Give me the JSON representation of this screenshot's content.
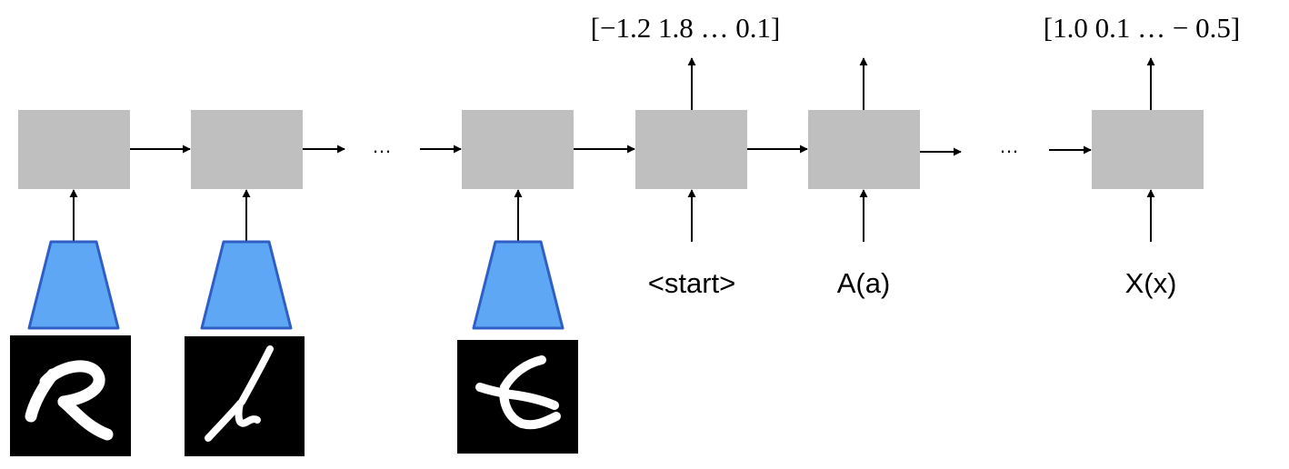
{
  "colors": {
    "cell": "#bfbfbf",
    "encoder_fill": "#5ea7f5",
    "encoder_stroke": "#2f5fc4",
    "arrow": "#000000",
    "image_bg": "#000000",
    "glyph": "#ffffff"
  },
  "outputs": {
    "first": "[−1.2 1.8  …  0.1]",
    "last": "[1.0 0.1  … − 0.5]"
  },
  "decoder_inputs": {
    "start": "<start>",
    "a": "A(a)",
    "x": "X(x)"
  },
  "ellipsis": {
    "encoder": "…",
    "decoder": "…"
  },
  "input_images": [
    {
      "icon": "handwritten-glyph-r-icon"
    },
    {
      "icon": "handwritten-glyph-stick-icon"
    },
    {
      "icon": "handwritten-glyph-fork-icon"
    }
  ]
}
